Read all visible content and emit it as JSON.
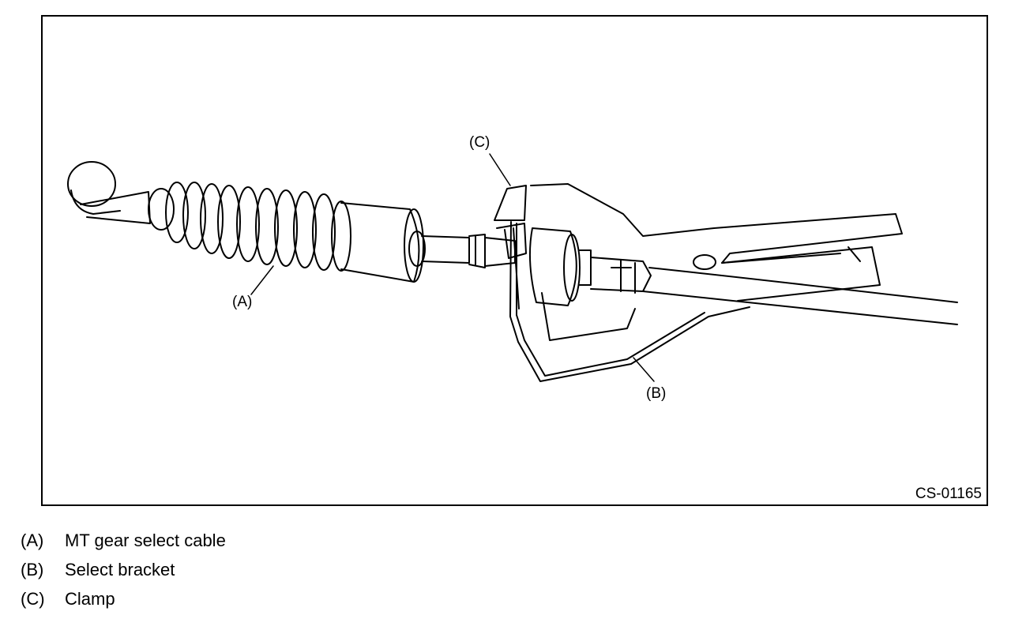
{
  "figure_code": "CS-01165",
  "callouts": {
    "a": "(A)",
    "b": "(B)",
    "c": "(C)"
  },
  "legend": [
    {
      "key": "(A)",
      "text": "MT gear select cable"
    },
    {
      "key": "(B)",
      "text": "Select bracket"
    },
    {
      "key": "(C)",
      "text": "Clamp"
    }
  ]
}
